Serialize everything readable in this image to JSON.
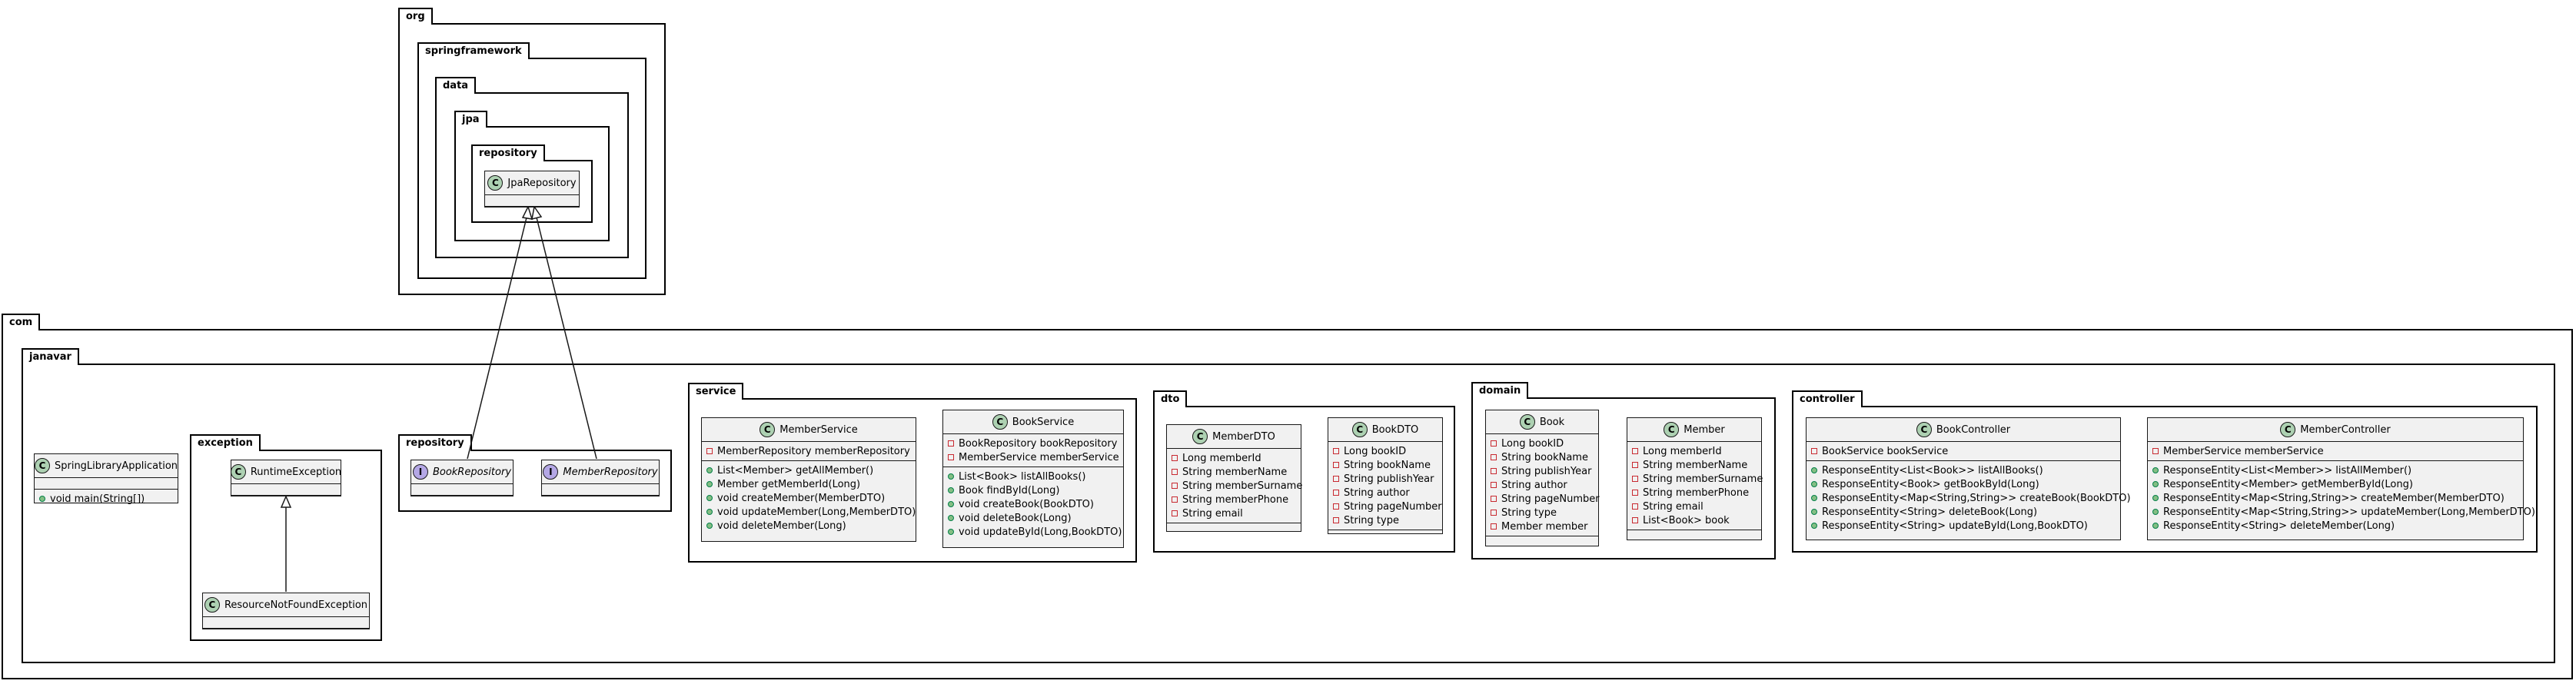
{
  "packages": {
    "org": "org",
    "springframework": "springframework",
    "data": "data",
    "jpa": "jpa",
    "repository_org": "repository",
    "com": "com",
    "janavar": "janavar",
    "exception": "exception",
    "repository": "repository",
    "service": "service",
    "dto": "dto",
    "domain": "domain",
    "controller": "controller"
  },
  "classes": {
    "jpa_repository": {
      "name": "JpaRepository"
    },
    "spring_library_application": {
      "name": "SpringLibraryApplication",
      "methods": [
        "void main(String[])"
      ]
    },
    "runtime_exception": {
      "name": "RuntimeException"
    },
    "resource_not_found_exception": {
      "name": "ResourceNotFoundException"
    },
    "book_repository": {
      "name": "BookRepository"
    },
    "member_repository": {
      "name": "MemberRepository"
    },
    "member_service": {
      "name": "MemberService",
      "fields": [
        "MemberRepository memberRepository"
      ],
      "methods": [
        "List<Member> getAllMember()",
        "Member getMemberId(Long)",
        "void createMember(MemberDTO)",
        "void updateMember(Long,MemberDTO)",
        "void deleteMember(Long)"
      ]
    },
    "book_service": {
      "name": "BookService",
      "fields": [
        "BookRepository bookRepository",
        "MemberService memberService"
      ],
      "methods": [
        "List<Book> listAllBooks()",
        "Book findById(Long)",
        "void createBook(BookDTO)",
        "void deleteBook(Long)",
        "void updateById(Long,BookDTO)"
      ]
    },
    "member_dto": {
      "name": "MemberDTO",
      "fields": [
        "Long memberId",
        "String memberName",
        "String memberSurname",
        "String memberPhone",
        "String email"
      ]
    },
    "book_dto": {
      "name": "BookDTO",
      "fields": [
        "Long bookID",
        "String bookName",
        "String publishYear",
        "String author",
        "String pageNumber",
        "String type"
      ]
    },
    "book": {
      "name": "Book",
      "fields": [
        "Long bookID",
        "String bookName",
        "String publishYear",
        "String author",
        "String pageNumber",
        "String type",
        "Member member"
      ]
    },
    "member": {
      "name": "Member",
      "fields": [
        "Long memberId",
        "String memberName",
        "String memberSurname",
        "String memberPhone",
        "String email",
        "List<Book> book"
      ]
    },
    "book_controller": {
      "name": "BookController",
      "fields": [
        "BookService bookService"
      ],
      "methods": [
        "ResponseEntity<List<Book>> listAllBooks()",
        "ResponseEntity<Book> getBookById(Long)",
        "ResponseEntity<Map<String,String>> createBook(BookDTO)",
        "ResponseEntity<String> deleteBook(Long)",
        "ResponseEntity<String> updateById(Long,BookDTO)"
      ]
    },
    "member_controller": {
      "name": "MemberController",
      "fields": [
        "MemberService memberService"
      ],
      "methods": [
        "ResponseEntity<List<Member>> listAllMember()",
        "ResponseEntity<Member> getMemberById(Long)",
        "ResponseEntity<Map<String,String>> createMember(MemberDTO)",
        "ResponseEntity<Map<String,String>> updateMember(Long,MemberDTO)",
        "ResponseEntity<String> deleteMember(Long)"
      ]
    }
  },
  "colors": {
    "class_fill": "#f1f1f1",
    "class_badge": "#add1b2",
    "interface_badge": "#b4a7e5",
    "private": "#c82930",
    "public": "#84be84"
  }
}
